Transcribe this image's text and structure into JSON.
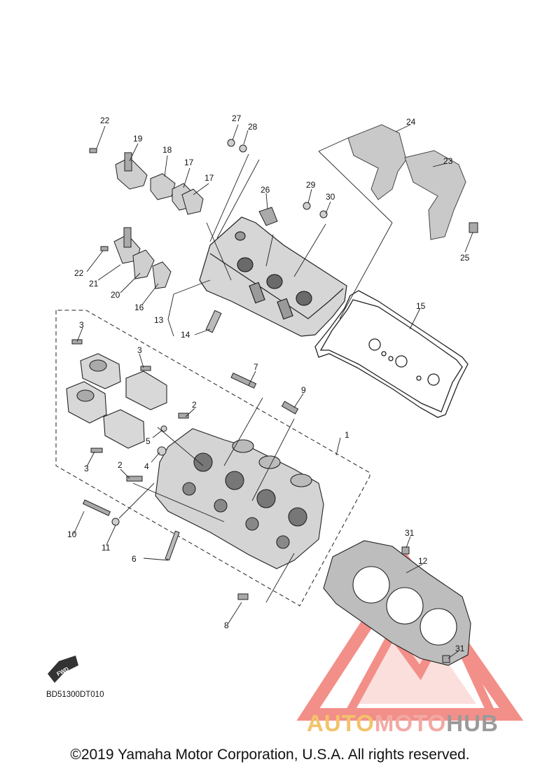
{
  "diagram": {
    "code": "BD51300DT010",
    "fwd_text": "FWD",
    "callouts": [
      {
        "id": "c22a",
        "text": "22"
      },
      {
        "id": "c19",
        "text": "19"
      },
      {
        "id": "c18",
        "text": "18"
      },
      {
        "id": "c17a",
        "text": "17"
      },
      {
        "id": "c17b",
        "text": "17"
      },
      {
        "id": "c27",
        "text": "27"
      },
      {
        "id": "c28",
        "text": "28"
      },
      {
        "id": "c24",
        "text": "24"
      },
      {
        "id": "c23",
        "text": "23"
      },
      {
        "id": "c26",
        "text": "26"
      },
      {
        "id": "c29",
        "text": "29"
      },
      {
        "id": "c30",
        "text": "30"
      },
      {
        "id": "c25",
        "text": "25"
      },
      {
        "id": "c22b",
        "text": "22"
      },
      {
        "id": "c21",
        "text": "21"
      },
      {
        "id": "c20",
        "text": "20"
      },
      {
        "id": "c16",
        "text": "16"
      },
      {
        "id": "c13",
        "text": "13"
      },
      {
        "id": "c14",
        "text": "14"
      },
      {
        "id": "c15",
        "text": "15"
      },
      {
        "id": "c3a",
        "text": "3"
      },
      {
        "id": "c3b",
        "text": "3"
      },
      {
        "id": "c7",
        "text": "7"
      },
      {
        "id": "c9",
        "text": "9"
      },
      {
        "id": "c2a",
        "text": "2"
      },
      {
        "id": "c5",
        "text": "5"
      },
      {
        "id": "c4",
        "text": "4"
      },
      {
        "id": "c3c",
        "text": "3"
      },
      {
        "id": "c2b",
        "text": "2"
      },
      {
        "id": "c1",
        "text": "1"
      },
      {
        "id": "c10",
        "text": "10"
      },
      {
        "id": "c11",
        "text": "11"
      },
      {
        "id": "c6",
        "text": "6"
      },
      {
        "id": "c8",
        "text": "8"
      },
      {
        "id": "c31a",
        "text": "31"
      },
      {
        "id": "c12",
        "text": "12"
      },
      {
        "id": "c31b",
        "text": "31"
      }
    ]
  },
  "watermark": {
    "part1": "AUTO",
    "part2": "MOTO",
    "part3": "HUB"
  },
  "copyright": "©2019 Yamaha Motor Corporation, U.S.A. All rights reserved.",
  "colors": {
    "line": "#1a1a1a",
    "part_fill": "#d8d8d8",
    "gasket_fill": "#bdbdbd",
    "watermark_red": "#ef6a62",
    "watermark_gold": "#f2c36a",
    "watermark_grey": "#9a9a9a"
  }
}
